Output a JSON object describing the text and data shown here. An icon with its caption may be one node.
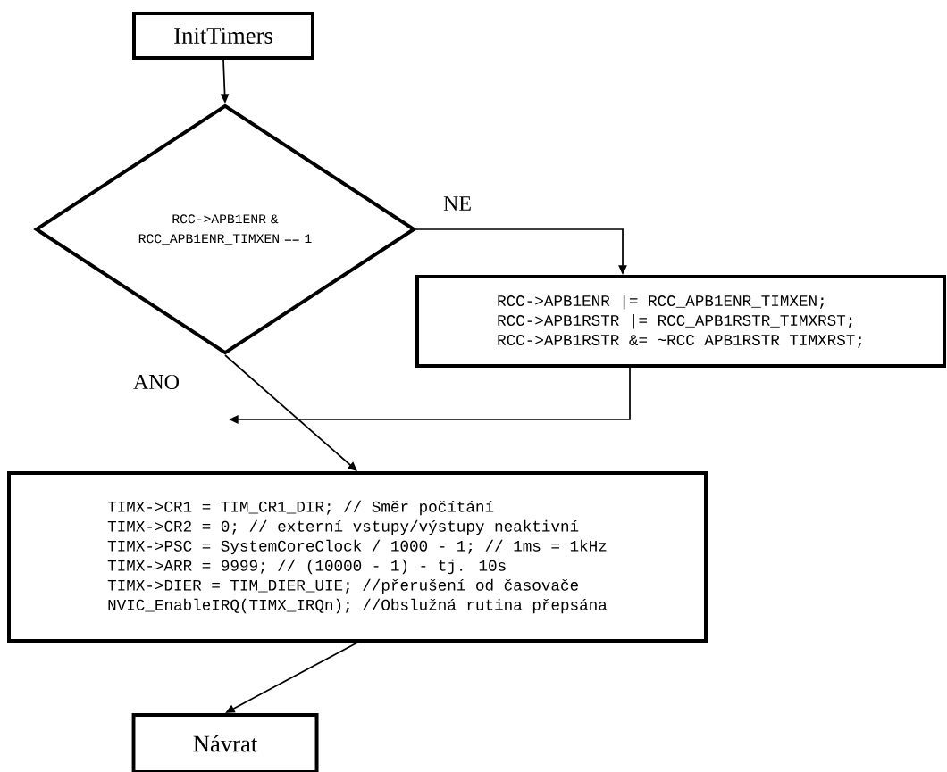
{
  "diagram": {
    "nodes": [
      {
        "text": [
          "InitTimers"
        ]
      },
      {
        "text": [
          "RCC->APB1ENR & RCC_APB1ENR_TIMXEN == 1"
        ]
      },
      {
        "text": [
          "RCC->APB1ENR |= RCC_APB1ENR_TIMXEN;",
          "RCC->APB1RSTR |= RCC_APB1RSTR_TIMXRST;",
          "RCC->APB1RSTR &= ~RCC APB1RSTR TIMXRST;"
        ]
      },
      {
        "text": [
          "TIMX->CR1 = TIM_CR1_DIR; // Směr počítání",
          "TIMX->CR2 = 0; // externí vstupy/výstupy neaktivní",
          "TIMX->PSC = SystemCoreClock / 1000 - 1; // 1ms = 1kHz",
          "TIMX->ARR = 9999; // (10000 - 1) - tj. 10s",
          "TIMX->DIER = TIM_DIER_UIE; //přerušení od časovače",
          "NVIC_EnableIRQ(TIMX_IRQn); //Obslužná rutina přepsána"
        ]
      },
      {
        "text": [
          "Návrat"
        ]
      }
    ],
    "edges": [
      {
        "from": 0,
        "to": 1,
        "arrow": "to"
      },
      {
        "from": 1,
        "to": 2,
        "arrow": "to",
        "label": "NE"
      },
      {
        "from": 1,
        "to": 3,
        "arrow": "to",
        "label": "ANO"
      },
      {
        "from": 2,
        "to": 3,
        "arrow": "to"
      },
      {
        "from": 3,
        "to": 4,
        "arrow": "to"
      }
    ]
  }
}
